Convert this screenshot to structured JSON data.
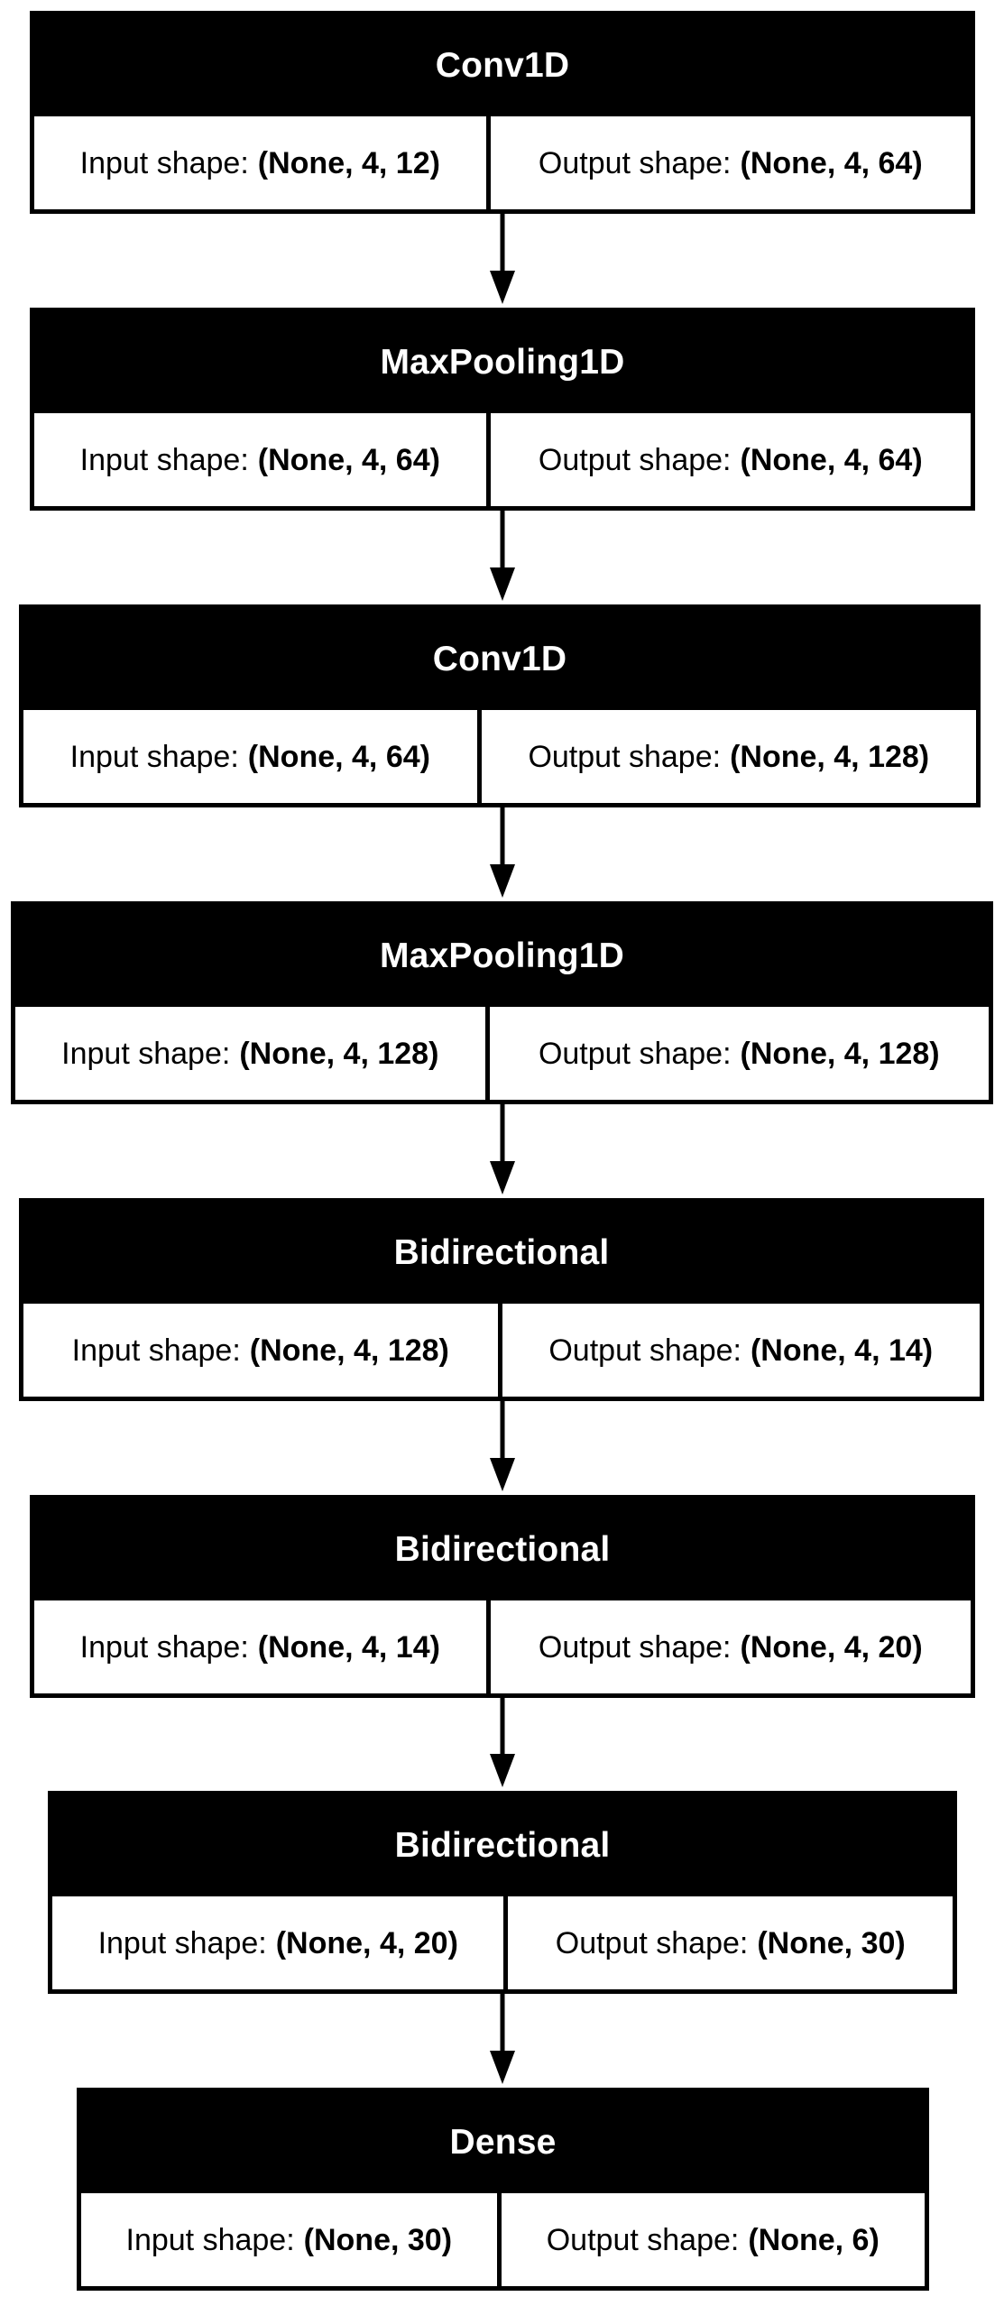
{
  "diagram": {
    "input_label": "Input shape:",
    "output_label": "Output shape:",
    "layers": [
      {
        "name": "Conv1D",
        "input_shape": "(None, 4, 12)",
        "output_shape": "(None, 4, 64)"
      },
      {
        "name": "MaxPooling1D",
        "input_shape": "(None, 4, 64)",
        "output_shape": "(None, 4, 64)"
      },
      {
        "name": "Conv1D",
        "input_shape": "(None, 4, 64)",
        "output_shape": "(None, 4, 128)"
      },
      {
        "name": "MaxPooling1D",
        "input_shape": "(None, 4, 128)",
        "output_shape": "(None, 4, 128)"
      },
      {
        "name": "Bidirectional",
        "input_shape": "(None, 4, 128)",
        "output_shape": "(None, 4, 14)"
      },
      {
        "name": "Bidirectional",
        "input_shape": "(None, 4, 14)",
        "output_shape": "(None, 4, 20)"
      },
      {
        "name": "Bidirectional",
        "input_shape": "(None, 4, 20)",
        "output_shape": "(None, 30)"
      },
      {
        "name": "Dense",
        "input_shape": "(None, 30)",
        "output_shape": "(None, 6)"
      }
    ],
    "colors": {
      "title_bg": "#000000",
      "title_fg": "#ffffff",
      "border": "#000000",
      "background": "#ffffff"
    }
  }
}
